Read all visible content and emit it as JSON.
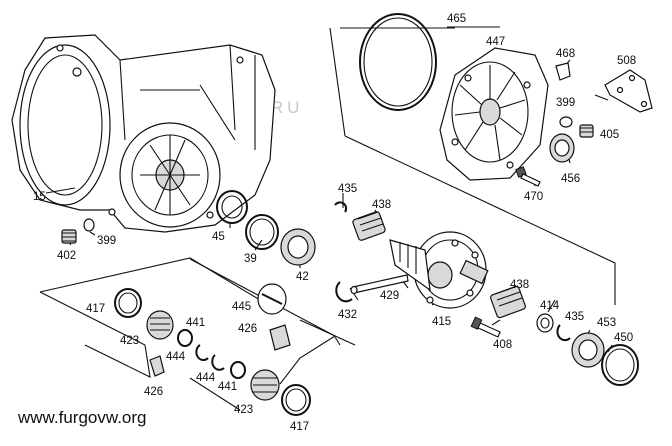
{
  "watermark": "WWW.ILCATS.RU",
  "website": "www.furgovw.org",
  "callouts": [
    "465",
    "447",
    "468",
    "508",
    "399",
    "405",
    "456",
    "470",
    "15",
    "435",
    "438",
    "45",
    "39",
    "42",
    "402",
    "399",
    "417",
    "445",
    "423",
    "441",
    "426",
    "429",
    "432",
    "444",
    "444",
    "441",
    "426",
    "423",
    "417",
    "415",
    "438",
    "414",
    "435",
    "453",
    "450",
    "408"
  ]
}
